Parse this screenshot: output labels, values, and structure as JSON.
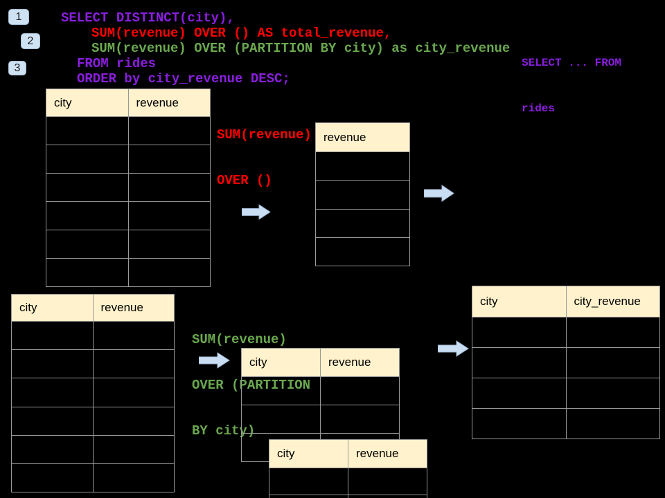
{
  "colors": {
    "background": "#000000",
    "purple": "#8A1EDF",
    "red": "#FE0000",
    "green": "#6AA84F",
    "badge_bg": "#CFE2F3",
    "table_header_bg": "#FFF2CC",
    "table_border": "#999999",
    "arrow_fill": "#CADEF3"
  },
  "badges": [
    {
      "label": "1"
    },
    {
      "label": "2"
    },
    {
      "label": "3"
    }
  ],
  "code": {
    "lines": [
      {
        "text": "SELECT DISTINCT(city),",
        "color": "purple"
      },
      {
        "text": "SUM(revenue) OVER () AS total_revenue,",
        "color": "red"
      },
      {
        "text": "SUM(revenue) OVER (PARTITION BY city) as city_revenue",
        "color": "green"
      },
      {
        "text": "FROM rides",
        "color": "purple"
      },
      {
        "text": "ORDER by city_revenue DESC;",
        "color": "purple"
      }
    ]
  },
  "side_note": {
    "line1": "SELECT ... FROM",
    "line2": "rides"
  },
  "annotations": {
    "total": {
      "line1": "SUM(revenue)",
      "line2": "OVER ()"
    },
    "partition": {
      "line1": "SUM(revenue)",
      "line2": "OVER (PARTITION",
      "line3": "BY city)"
    }
  },
  "tables": {
    "source_top": {
      "headers": [
        "city",
        "revenue"
      ],
      "body_rows": 6
    },
    "total_result": {
      "headers": [
        "revenue"
      ],
      "body_rows": 4
    },
    "source_bottom": {
      "headers": [
        "city",
        "revenue"
      ],
      "body_rows": 6
    },
    "partition_step": {
      "headers": [
        "city",
        "revenue"
      ],
      "body_rows": 3
    },
    "partition_step_overlay": {
      "headers": [
        "city",
        "revenue"
      ],
      "body_rows": 2
    },
    "final_result": {
      "headers": [
        "city",
        "city_revenue"
      ],
      "body_rows": 4
    }
  },
  "icons": {
    "arrow": "right-arrow"
  }
}
